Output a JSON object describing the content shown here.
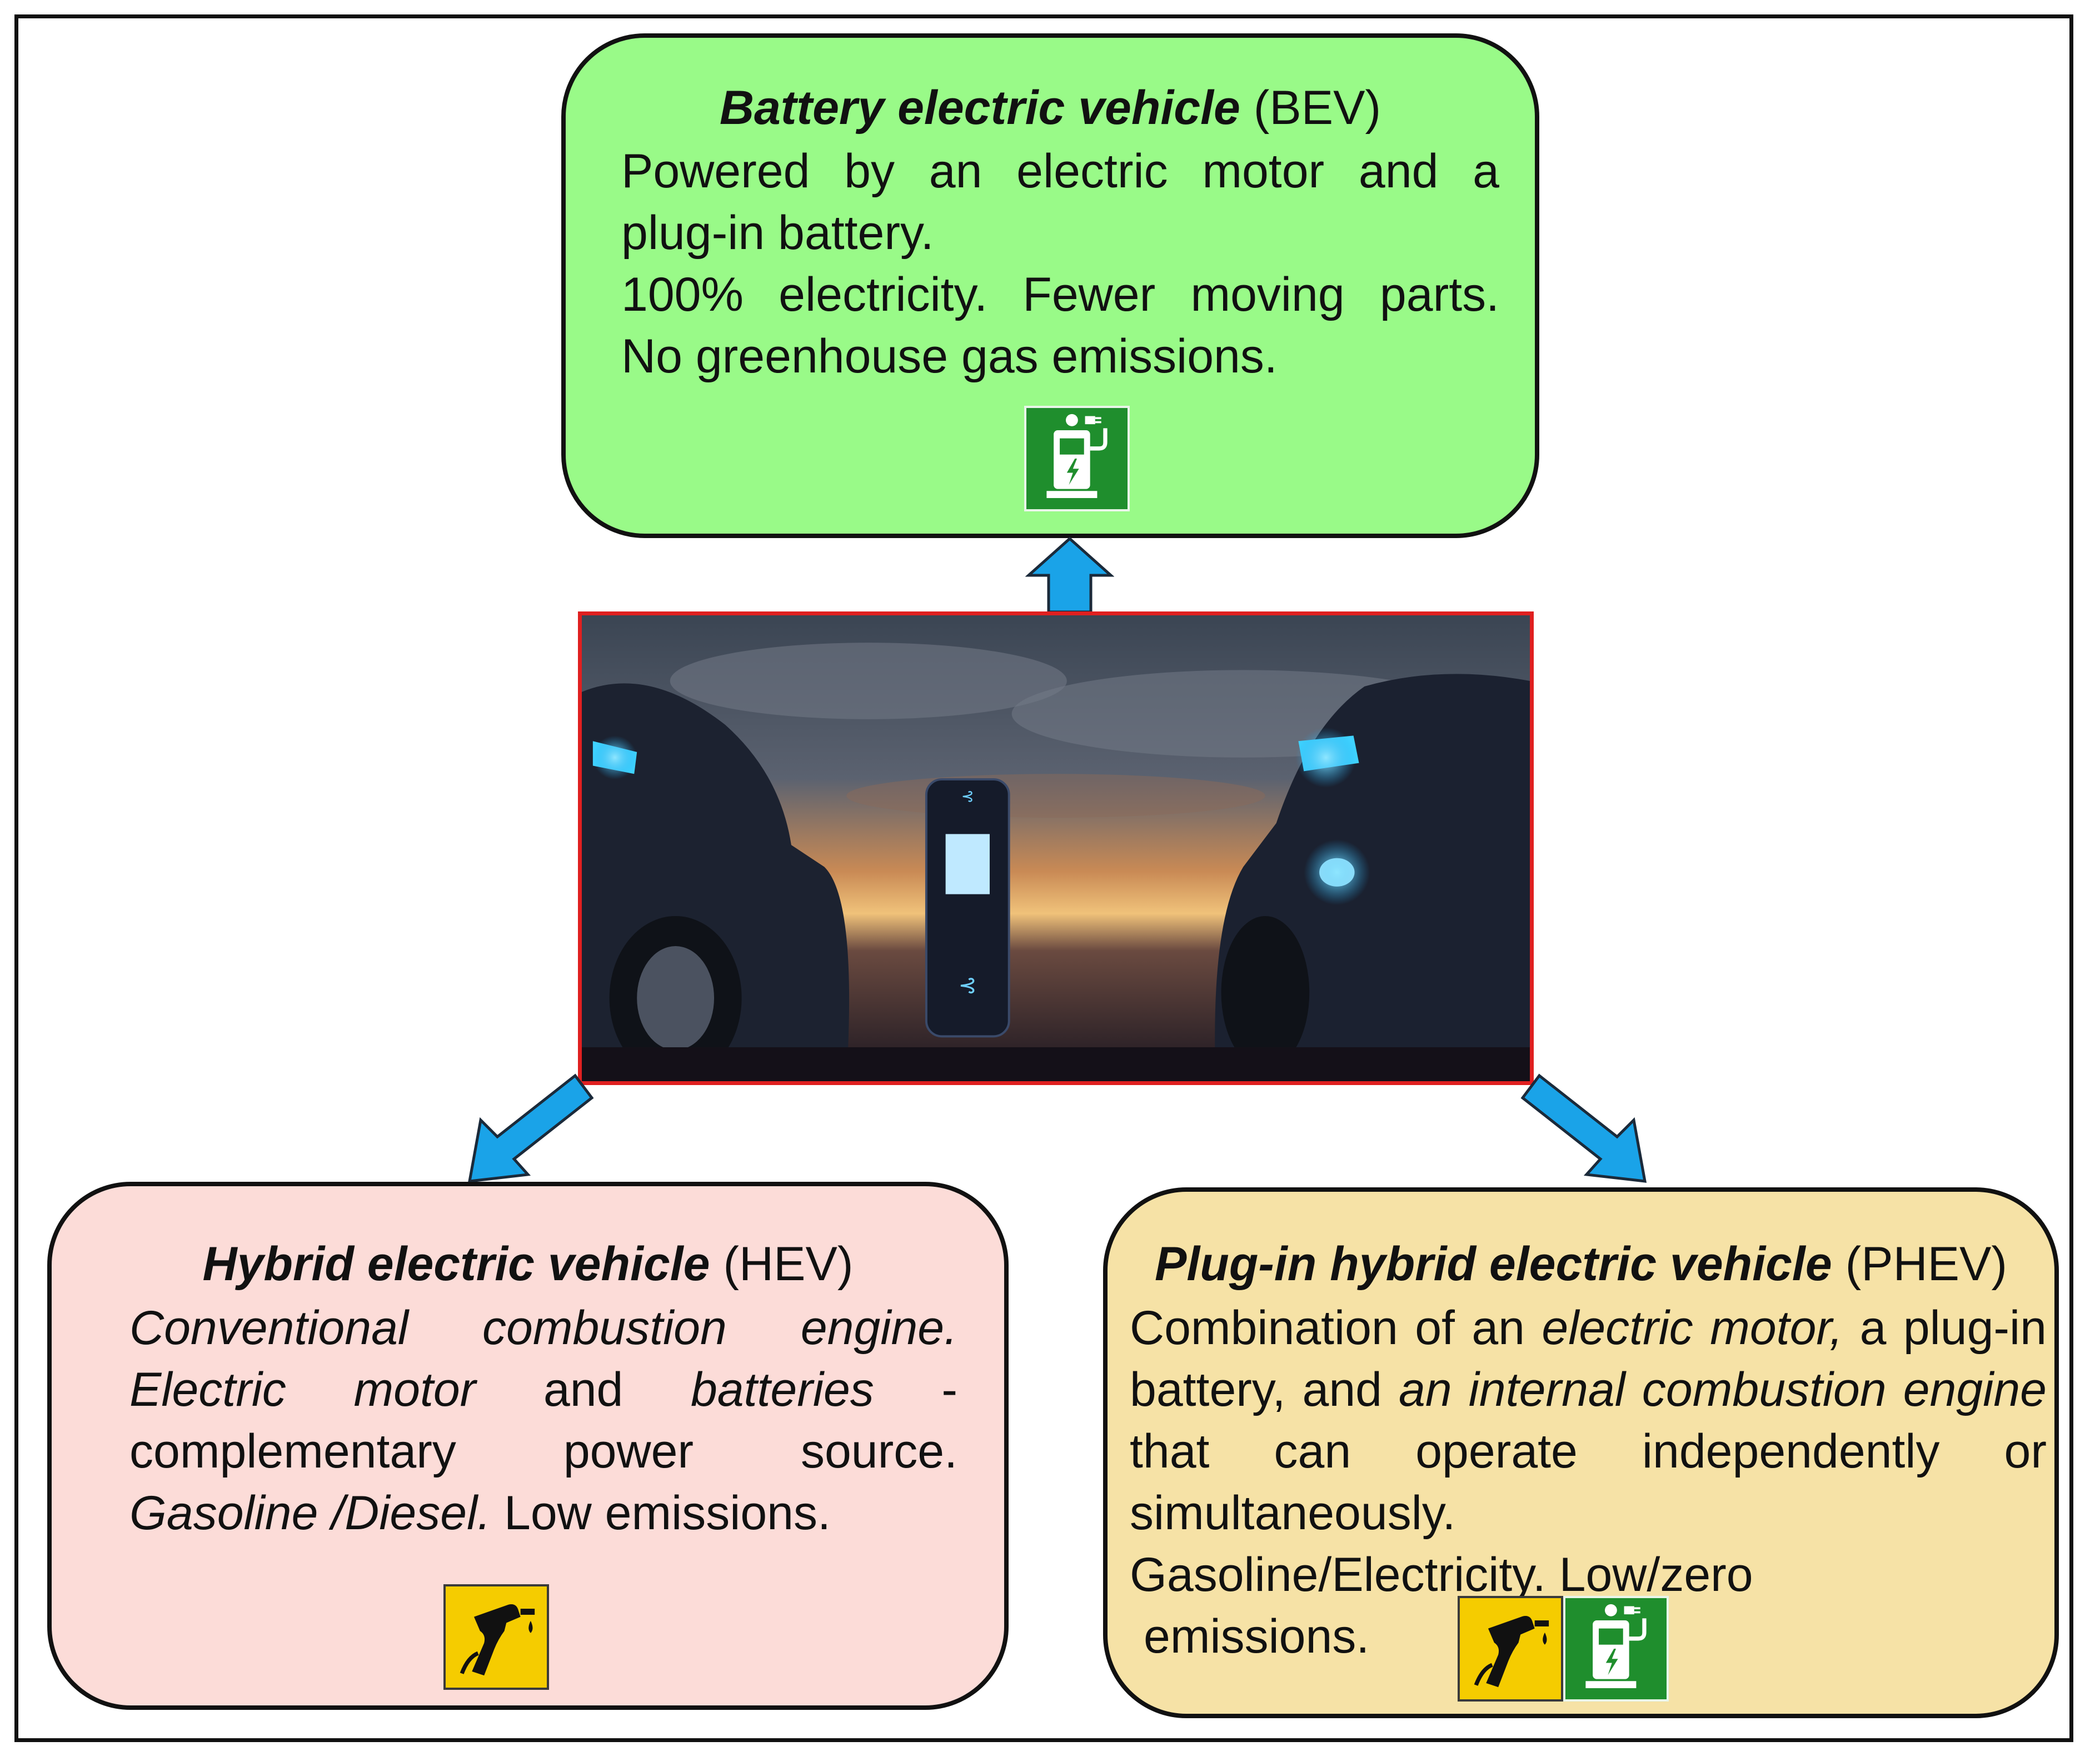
{
  "bev": {
    "title_bold": "Battery electric vehicle",
    "title_abbr": "(BEV)",
    "line1": "Powered by an electric motor and a",
    "line2": "plug-in battery.",
    "line3": "100% electricity. Fewer moving parts.",
    "line4": "No greenhouse gas emissions.",
    "icon": "ev-charging-station-icon"
  },
  "hev": {
    "title_bold": "Hybrid electric vehicle",
    "title_abbr": "(HEV)",
    "seg1": "Conventional combustion engine.",
    "seg2": "Electric motor",
    "seg3": " and ",
    "seg4": "batteries",
    "seg5": " - complementary power source.",
    "seg6": "Gasoline /Diesel.",
    "seg7": " Low emissions.",
    "icon": "fuel-nozzle-icon"
  },
  "phev": {
    "title_bold": "Plug-in hybrid electric vehicle",
    "title_abbr": "(PHEV)",
    "seg1": "Combination of an ",
    "seg2": "electric motor,",
    "seg3": " a plug-in battery, and ",
    "seg4": "an internal combustion engine",
    "seg5": " that can operate independently or simultaneously.",
    "seg6": "Gasoline/Electricity. Low/zero",
    "seg7": "emissions.",
    "icons": [
      "fuel-nozzle-icon",
      "ev-charging-station-icon"
    ]
  },
  "colors": {
    "bev_fill": "#99fa88",
    "hev_fill": "#fcdcd8",
    "phev_fill": "#f6e2a6",
    "arrow": "#1aa3e8",
    "photo_border": "#e02020"
  }
}
